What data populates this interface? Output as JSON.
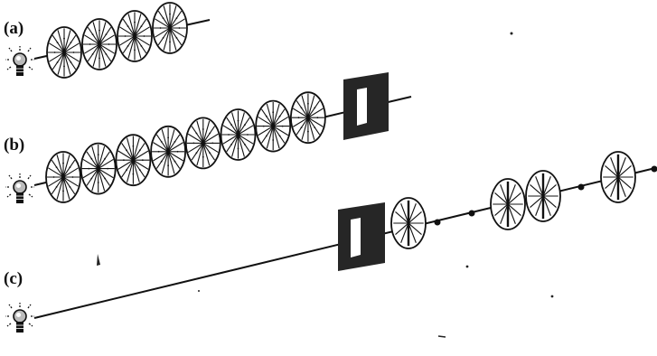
{
  "colors": {
    "ink": "#111111",
    "polarizer_frame": "#262626",
    "slit": "#ffffff",
    "background": "#ffffff"
  },
  "panels": [
    {
      "label": "(a)",
      "wave_fronts": 4,
      "polarizer": false,
      "beyond_polarizer": 0,
      "note_icon": "light-bulb-icon"
    },
    {
      "label": "(b)",
      "wave_fronts": 8,
      "polarizer": true,
      "beyond_polarizer": 0,
      "note_icon": "light-bulb-icon"
    },
    {
      "label": "(c)",
      "wave_fronts": 0,
      "polarizer": true,
      "beyond_polarizer": 4,
      "note_icon": "light-bulb-icon"
    }
  ]
}
